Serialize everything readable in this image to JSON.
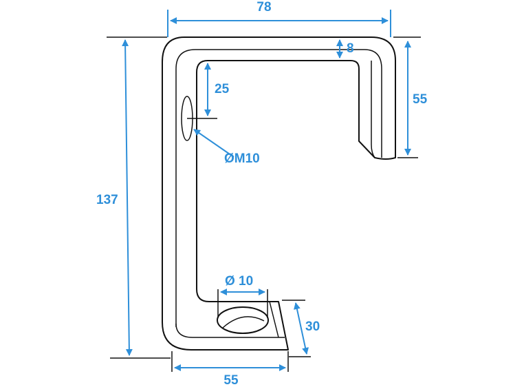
{
  "colors": {
    "dimension": "#2e8fd9",
    "outline": "#111111",
    "background": "#ffffff"
  },
  "dimensions": {
    "overall_width": "78",
    "flange_thickness": "8",
    "hook_drop": "55",
    "hole_offset": "25",
    "thread_label": "ØM10",
    "overall_height": "137",
    "hole_diameter": "Ø 10",
    "foot_length": "30",
    "foot_width": "55"
  }
}
